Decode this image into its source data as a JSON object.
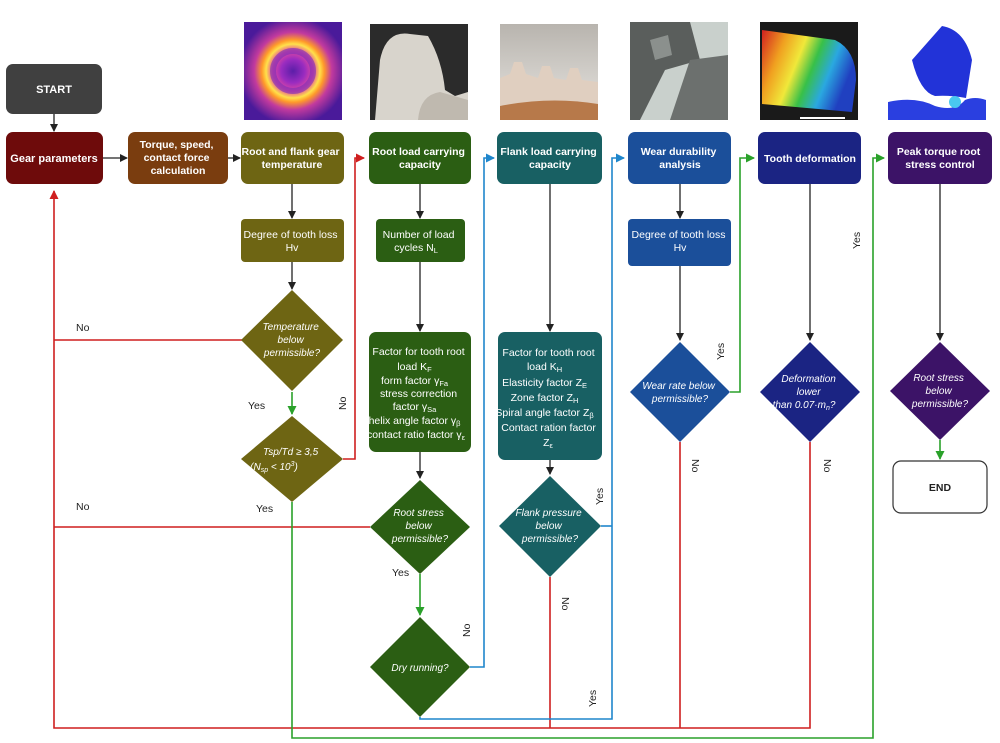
{
  "colors": {
    "start": "#404040",
    "gear": "#6e0b0b",
    "torque": "#7a3d0f",
    "temp": "#6e6513",
    "root": "#2b5e13",
    "flank": "#186063",
    "wear": "#1b4f9a",
    "deform": "#1b2483",
    "peak": "#3c1367",
    "red": "#cf1f1f",
    "green": "#2aa12a",
    "blue": "#1f86cc",
    "dark": "#222222"
  },
  "nodes": {
    "start": "START",
    "gear_parameters": "Gear parameters",
    "torque": [
      "Torque, speed,",
      "contact force",
      "calculation"
    ],
    "root_flank_temp": [
      "Root and flank gear",
      "temperature"
    ],
    "root_load": [
      "Root load carrying",
      "capacity"
    ],
    "flank_load": [
      "Flank load carrying",
      "capacity"
    ],
    "wear": [
      "Wear durability",
      "analysis"
    ],
    "tooth_deformation": "Tooth deformation",
    "peak_torque": [
      "Peak torque root",
      "stress control"
    ],
    "degree_loss_1": [
      "Degree of tooth loss",
      "Hv"
    ],
    "degree_loss_2": [
      "Degree of tooth loss",
      "Hv"
    ],
    "load_cycles": [
      "Number of load",
      "cycles N",
      "L"
    ],
    "factor_root": [
      "Factor for tooth root",
      "load K",
      "F",
      "form factor γ",
      "Fa",
      "stress correction",
      "factor γ",
      "Sa",
      "helix angle factor γ",
      "β",
      "contact ratio factor γ",
      "ε"
    ],
    "factor_flank": [
      "Factor for tooth root",
      "load K",
      "H",
      "Elasticity factor Z",
      "E",
      "Zone factor Z",
      "H",
      "Spiral angle factor Z",
      "β",
      "Contact ration factor",
      "Z",
      "ε"
    ],
    "end": "END"
  },
  "decisions": {
    "temperature": [
      "Temperature",
      "below",
      "permissible?"
    ],
    "tsp": [
      "Tsp/Td ≥ 3,5",
      "(N",
      "sp",
      " < 10",
      "3",
      ")"
    ],
    "root_stress": [
      "Root stress",
      "below",
      "permissible?"
    ],
    "dry_running": "Dry running?",
    "flank_pressure": [
      "Flank pressure",
      "below",
      "permissible?"
    ],
    "wear_rate": [
      "Wear rate below",
      "permissible?"
    ],
    "deformation": [
      "Deformation",
      "lower",
      "than 0.07·m",
      "n",
      "?"
    ],
    "root_stress_2": [
      "Root stress",
      "below",
      "permissible?"
    ]
  },
  "labels": {
    "yes": "Yes",
    "no": "No"
  },
  "thumbnails": [
    {
      "name": "thermal-image",
      "caption": ""
    },
    {
      "name": "gear-tooth-photo",
      "caption": ""
    },
    {
      "name": "flank-gear-photo",
      "caption": ""
    },
    {
      "name": "wear-photo",
      "caption": ""
    },
    {
      "name": "deformation-image",
      "caption": ""
    },
    {
      "name": "stress-simulation-image",
      "caption": ""
    }
  ]
}
